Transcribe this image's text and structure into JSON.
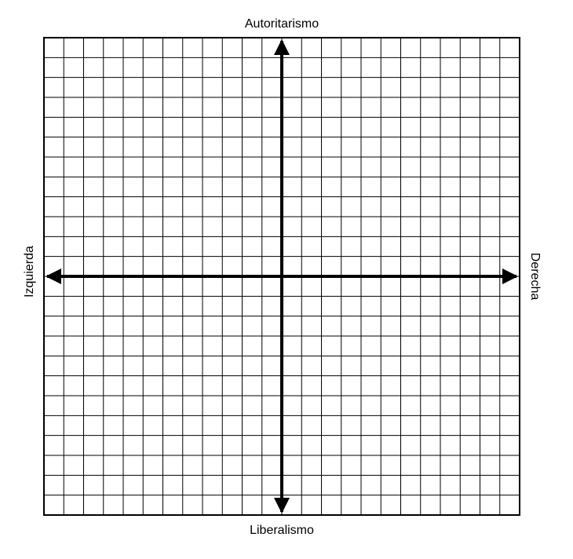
{
  "labels": {
    "top": "Autoritarismo",
    "bottom": "Liberalismo",
    "left": "Izquierda",
    "right": "Derecha"
  },
  "grid": {
    "columns": 24,
    "rows": 24
  },
  "colors": {
    "background": "#ffffff",
    "lines": "#000000"
  }
}
